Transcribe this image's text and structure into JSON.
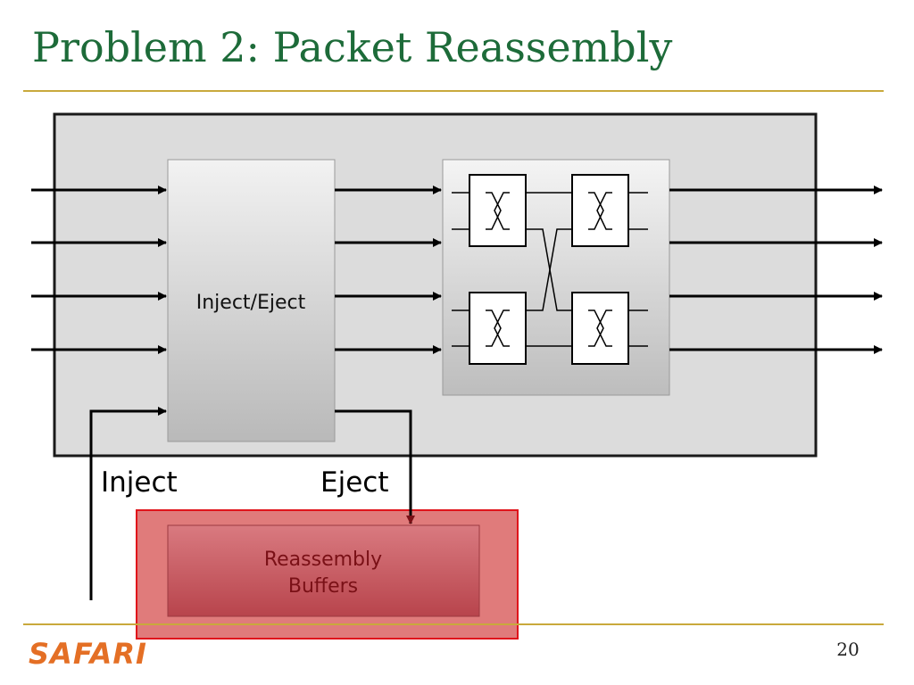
{
  "slide": {
    "title": "Problem 2: Packet Reassembly",
    "page_number": "20",
    "logo_text": "SAFARI"
  },
  "diagram": {
    "inject_eject_block": "Inject/Eject",
    "inject_label": "Inject",
    "eject_label": "Eject",
    "reassembly_line1": "Reassembly",
    "reassembly_line2": "Buffers"
  },
  "colors": {
    "title": "#1d6b39",
    "rule": "#c9a93c",
    "logo": "#e46f25",
    "router_background": "#dcdcdc",
    "highlight_fill": "#e07b7b",
    "highlight_border": "#e0141b",
    "buffer_fill": "#c0505a",
    "buffer_text": "#7a1016"
  }
}
